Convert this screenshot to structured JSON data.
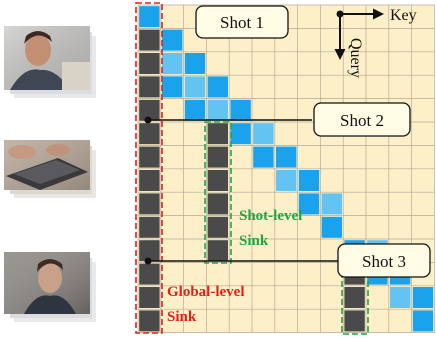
{
  "colors": {
    "cell_background": "#fdefc7",
    "sink_column": "#4a4a4a",
    "attention_cell": "#1aa3ec",
    "attention_cell_light": "#63c4f4",
    "global_sink_outline": "#e0201a",
    "shot_sink_outline": "#22a444",
    "global_sink_text": "#e0201a",
    "shot_sink_text": "#22a444"
  },
  "shots": [
    {
      "label": "Shot 1",
      "thumbnail": "man-face-thumbnail"
    },
    {
      "label": "Shot 2",
      "thumbnail": "hands-typing-laptop-thumbnail"
    },
    {
      "label": "Shot 3",
      "thumbnail": "man-portrait-thumbnail"
    }
  ],
  "axes": {
    "key_label": "Key",
    "query_label": "Query"
  },
  "sinks": {
    "shot_level_line1": "Shot-level",
    "shot_level_line2": "Sink",
    "global_level_line1": "Global-level",
    "global_level_line2": "Sink"
  }
}
